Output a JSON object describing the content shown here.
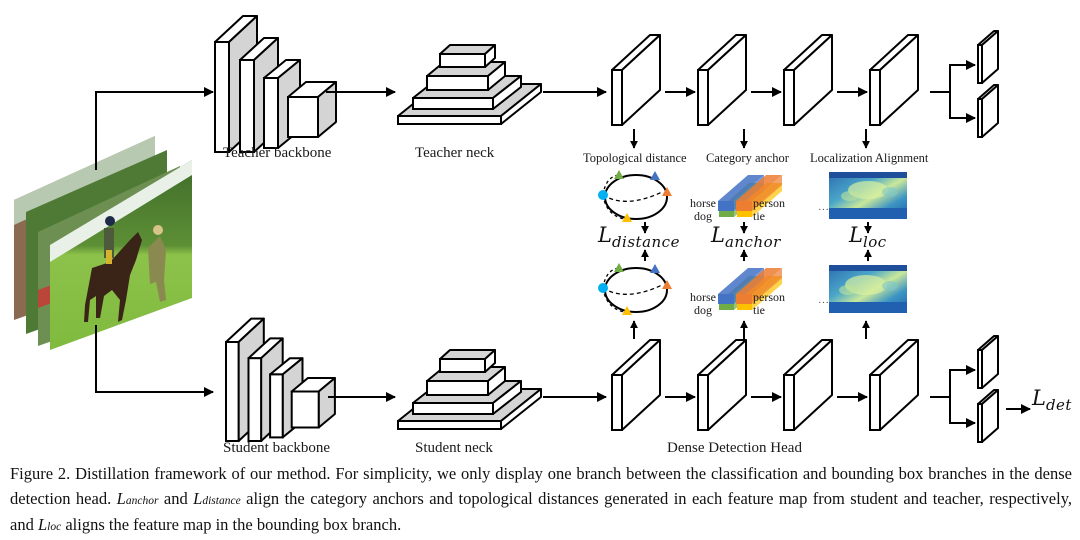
{
  "figure": {
    "labels": {
      "teacher_backbone": "Teacher backbone",
      "teacher_neck": "Teacher neck",
      "student_backbone": "Student backbone",
      "student_neck": "Student neck",
      "dense_detection_head": "Dense Detection Head",
      "topological_distance": "Topological distance",
      "category_anchor": "Category anchor",
      "localization_alignment": "Localization Alignment"
    },
    "category_anchor_classes": {
      "left_top": "horse",
      "left_bottom": "dog",
      "right_top": "person",
      "right_bottom": "tie",
      "ellipsis": "···"
    },
    "anchor_colors": {
      "horse": "#4472c4",
      "dog": "#70ad47",
      "person": "#ed7d31",
      "tie": "#ffc000"
    },
    "topology_node_colors": [
      "#00b0f0",
      "#70ad47",
      "#4472c4",
      "#ed7d31",
      "#ffc000"
    ],
    "losses": {
      "distance": {
        "main": "L",
        "sub": "distance"
      },
      "anchor": {
        "main": "L",
        "sub": "anchor"
      },
      "loc": {
        "main": "L",
        "sub": "loc"
      },
      "det": {
        "main": "L",
        "sub": "det"
      }
    },
    "colors": {
      "block_face": "#ffffff",
      "block_side": "#d4d4d4",
      "stroke": "#000000"
    }
  },
  "caption": {
    "figure_number": "Figure 2.",
    "part1": " Distillation framework of our method. For simplicity, we only display one branch between the classification and bounding box branches in the dense detection head. ",
    "anchor_main": "L",
    "anchor_sub": "anchor",
    "part2": " and ",
    "distance_main": "L",
    "distance_sub": "distance",
    "part3": " align the category anchors and topological distances generated in each feature map from student and teacher, respectively, and ",
    "loc_main": "L",
    "loc_sub": "loc",
    "part4": " aligns the feature map in the bounding box branch."
  }
}
